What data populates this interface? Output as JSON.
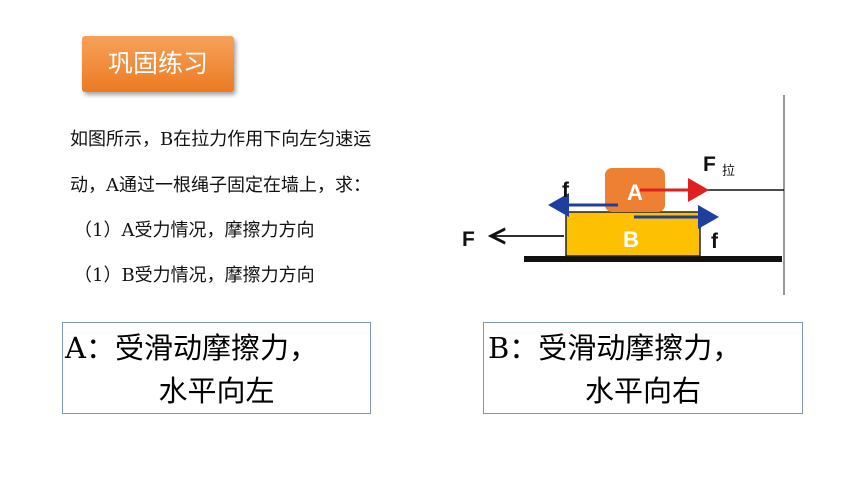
{
  "title": "巩固练习",
  "question": {
    "line1": "如图所示，B在拉力作用下向左匀速运",
    "line2": "动，A通过一根绳子固定在墙上，求：",
    "item1": "（1）A受力情况，摩擦力方向",
    "item2": "（1）B受力情况，摩擦力方向"
  },
  "diagram": {
    "block_a": "A",
    "block_b": "B",
    "force_f_main": "F",
    "force_pull": "F",
    "force_pull_sub": "拉",
    "friction_top": "f",
    "friction_bottom": "f",
    "colors": {
      "block_a": "#ee8033",
      "block_b": "#fec002",
      "red_arrow": "#e02020",
      "blue_arrow": "#1f3fa0"
    }
  },
  "answers": {
    "a_line1": "A：受滑动摩擦力，",
    "a_line2": "水平向左",
    "b_line1": "B：受滑动摩擦力，",
    "b_line2": "水平向右"
  }
}
